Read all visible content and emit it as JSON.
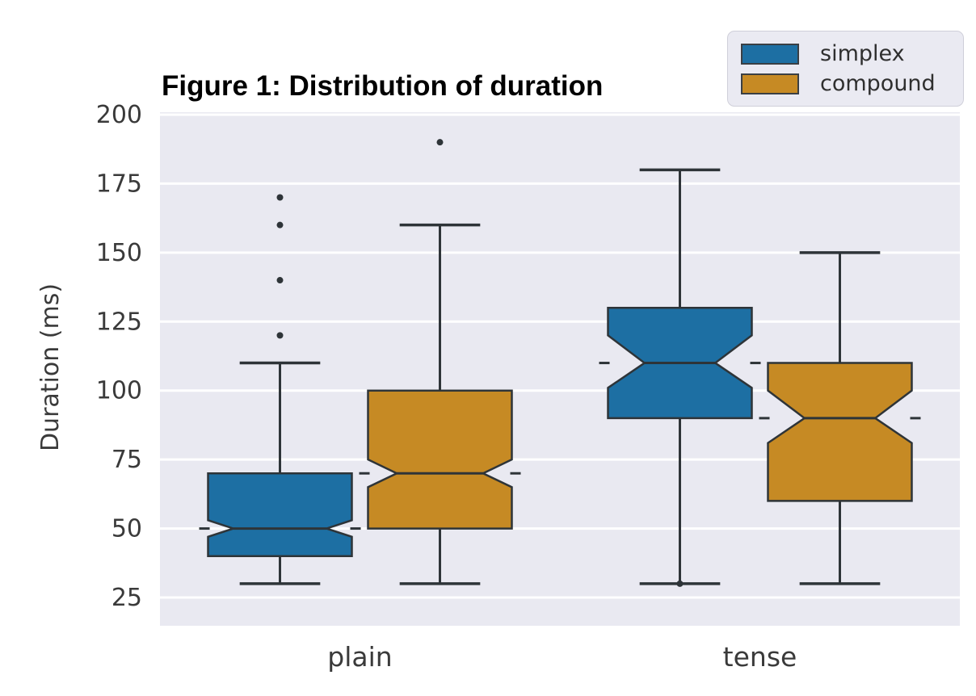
{
  "title": "Figure 1: Distribution of duration",
  "axes": {
    "ylabel": "Duration (ms)",
    "yticks": [
      25,
      50,
      75,
      100,
      125,
      150,
      175,
      200
    ],
    "xticklabels": [
      "plain",
      "tense"
    ]
  },
  "legend": {
    "items": [
      {
        "label": "simplex",
        "color": "#1d6fa3"
      },
      {
        "label": "compound",
        "color": "#c68a24"
      }
    ]
  },
  "chart_data": {
    "type": "boxplot",
    "title": "Figure 1: Distribution of duration",
    "ylabel": "Duration (ms)",
    "xlabel": "",
    "ylim": [
      15,
      201
    ],
    "grid": true,
    "legend_position": "upper-right-outside",
    "categories": [
      "plain",
      "tense"
    ],
    "series": [
      {
        "name": "simplex",
        "color": "#1d6fa3",
        "boxes": [
          {
            "category": "plain",
            "whisker_low": 30,
            "q1": 40,
            "median": 50,
            "q3": 70,
            "whisker_high": 110,
            "notch_low": 47,
            "notch_high": 53,
            "outliers": [
              120,
              140,
              160,
              170
            ]
          },
          {
            "category": "tense",
            "whisker_low": 30,
            "q1": 90,
            "median": 110,
            "q3": 130,
            "whisker_high": 180,
            "notch_low": 101,
            "notch_high": 120,
            "outliers": [
              30
            ]
          }
        ]
      },
      {
        "name": "compound",
        "color": "#c68a24",
        "boxes": [
          {
            "category": "plain",
            "whisker_low": 30,
            "q1": 50,
            "median": 70,
            "q3": 100,
            "whisker_high": 160,
            "notch_low": 65,
            "notch_high": 75,
            "outliers": [
              190
            ]
          },
          {
            "category": "tense",
            "whisker_low": 30,
            "q1": 60,
            "median": 90,
            "q3": 110,
            "whisker_high": 150,
            "notch_low": 81,
            "notch_high": 100,
            "outliers": []
          }
        ]
      }
    ]
  },
  "style": {
    "plot_bg": "#e9e9f1",
    "grid_color": "#ffffff",
    "line_color": "#2e3438",
    "tick_color": "#3a3a3a",
    "title_color": "#000000",
    "legend_bg": "#eaeaf2"
  }
}
